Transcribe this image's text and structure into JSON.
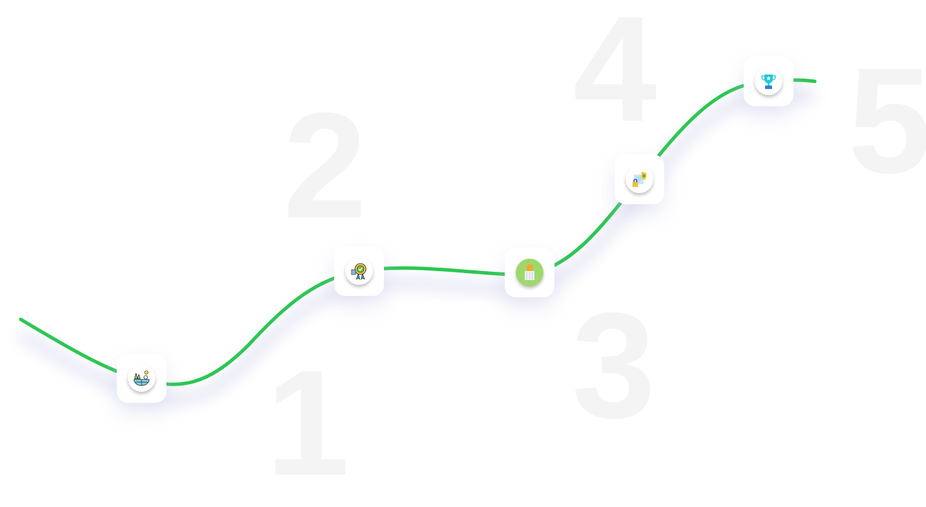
{
  "steps": [
    {
      "number": "1",
      "icon": "eco-globe-icon"
    },
    {
      "number": "2",
      "icon": "award-badge-icon"
    },
    {
      "number": "3",
      "icon": "coin-pillar-icon"
    },
    {
      "number": "4",
      "icon": "secure-document-icon"
    },
    {
      "number": "5",
      "icon": "trophy-icon"
    }
  ],
  "colors": {
    "path": "#2dc653",
    "numbers": "#f4f4f4"
  }
}
